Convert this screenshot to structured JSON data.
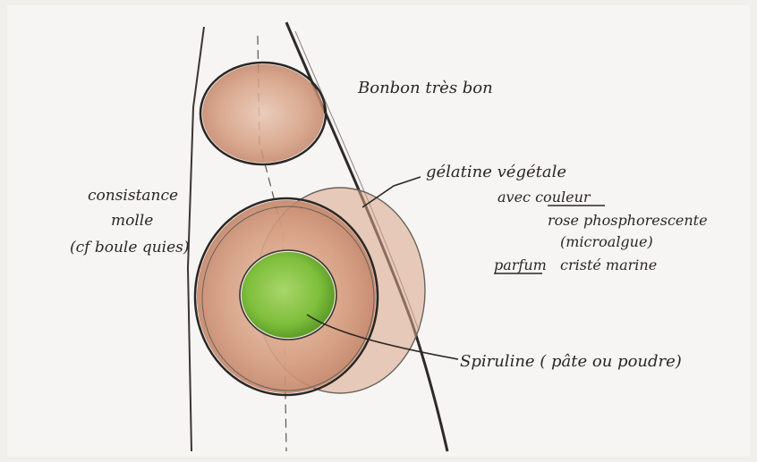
{
  "labels": {
    "title_note": "Bonbon très bon",
    "left_note_1": "consistance",
    "left_note_2": "molle",
    "left_note_3": "(cf boule quies)",
    "gelatine_1": "gélatine végétale",
    "gelatine_2": "avec couleur",
    "gelatine_3": "rose phosphorescente",
    "gelatine_4": "(microalgue)",
    "parfum_word": "parfum",
    "parfum_value": "cristé marine",
    "spiruline": "Spiruline ( pâte ou poudre)"
  },
  "colors": {
    "paper": "#f1efec",
    "ink": "#2a2724",
    "pink_wash": "#c98a6b",
    "green_wash": "#7fbf3c"
  }
}
